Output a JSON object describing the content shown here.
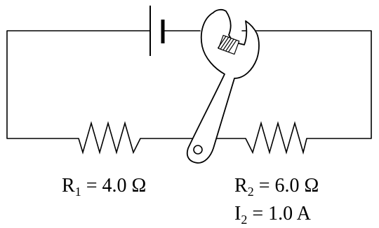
{
  "colors": {
    "stroke": "#000000",
    "fill": "#ffffff"
  },
  "components": {
    "battery": {
      "icon": "battery-icon"
    },
    "wrench": {
      "icon": "wrench-icon"
    },
    "resistor_1": {
      "icon": "resistor-icon"
    },
    "resistor_2": {
      "icon": "resistor-icon"
    }
  },
  "labels": {
    "r1": {
      "symbol": "R",
      "subscript": "1",
      "value": " = 4.0 Ω"
    },
    "r2": {
      "symbol": "R",
      "subscript": "2",
      "value": " = 6.0 Ω"
    },
    "i2": {
      "symbol": "I",
      "subscript": "2",
      "value": " = 1.0 A"
    }
  }
}
